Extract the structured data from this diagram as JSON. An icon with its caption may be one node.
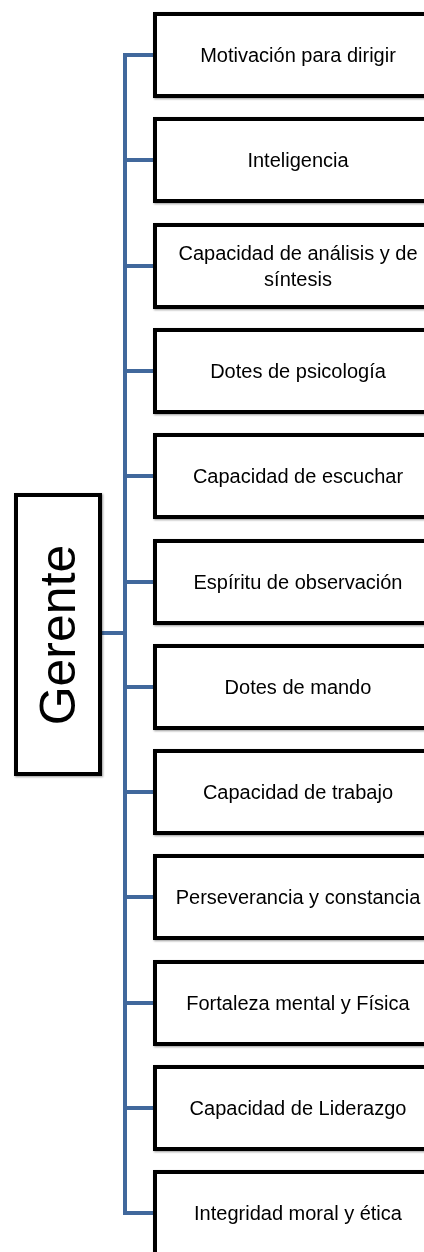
{
  "diagram": {
    "nodes": [
      {
        "text": [
          "Gerente"
        ]
      },
      {
        "text": [
          "Motivación para dirigir"
        ]
      },
      {
        "text": [
          "Inteligencia"
        ]
      },
      {
        "text": [
          "Capacidad de análisis y de síntesis"
        ]
      },
      {
        "text": [
          "Dotes de psicología"
        ]
      },
      {
        "text": [
          "Capacidad de escuchar"
        ]
      },
      {
        "text": [
          "Espíritu de observación"
        ]
      },
      {
        "text": [
          "Dotes de mando"
        ]
      },
      {
        "text": [
          "Capacidad de trabajo"
        ]
      },
      {
        "text": [
          "Perseverancia y constancia"
        ]
      },
      {
        "text": [
          "Fortaleza mental y Física"
        ]
      },
      {
        "text": [
          "Capacidad de Liderazgo"
        ]
      },
      {
        "text": [
          "Integridad moral y ética"
        ]
      }
    ],
    "edges": [
      {
        "from": 0,
        "to": 1,
        "arrow": "none"
      },
      {
        "from": 0,
        "to": 2,
        "arrow": "none"
      },
      {
        "from": 0,
        "to": 3,
        "arrow": "none"
      },
      {
        "from": 0,
        "to": 4,
        "arrow": "none"
      },
      {
        "from": 0,
        "to": 5,
        "arrow": "none"
      },
      {
        "from": 0,
        "to": 6,
        "arrow": "none"
      },
      {
        "from": 0,
        "to": 7,
        "arrow": "none"
      },
      {
        "from": 0,
        "to": 8,
        "arrow": "none"
      },
      {
        "from": 0,
        "to": 9,
        "arrow": "none"
      },
      {
        "from": 0,
        "to": 10,
        "arrow": "none"
      },
      {
        "from": 0,
        "to": 11,
        "arrow": "none"
      },
      {
        "from": 0,
        "to": 12,
        "arrow": "none"
      }
    ]
  }
}
